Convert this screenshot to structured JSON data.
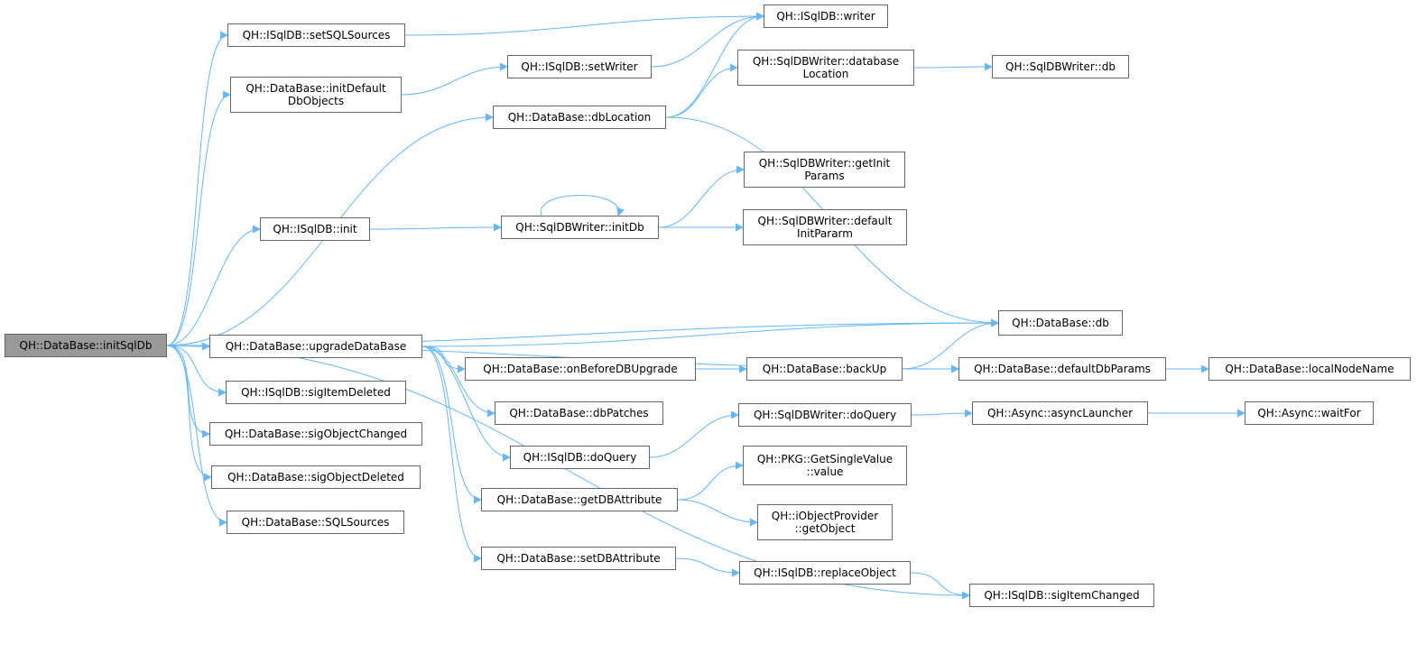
{
  "colors": {
    "edge": "#63b8ff",
    "node_border": "#666666",
    "root_fill": "#999999",
    "node_fill": "#ffffff"
  },
  "nodes": {
    "initSqlDb": {
      "lines": [
        "QH::DataBase::initSqlDb"
      ],
      "root": true
    },
    "setSQLSources": {
      "lines": [
        "QH::ISqlDB::setSQLSources"
      ]
    },
    "writer": {
      "lines": [
        "QH::ISqlDB::writer"
      ]
    },
    "initDefaultDbObjects": {
      "lines": [
        "QH::DataBase::initDefault",
        "DbObjects"
      ]
    },
    "setWriter": {
      "lines": [
        "QH::ISqlDB::setWriter"
      ]
    },
    "databaseLocation": {
      "lines": [
        "QH::SqlDBWriter::database",
        "Location"
      ]
    },
    "writerDb": {
      "lines": [
        "QH::SqlDBWriter::db"
      ]
    },
    "dbLocation": {
      "lines": [
        "QH::DataBase::dbLocation"
      ]
    },
    "getInitParams": {
      "lines": [
        "QH::SqlDBWriter::getInit",
        "Params"
      ]
    },
    "isqlInit": {
      "lines": [
        "QH::ISqlDB::init"
      ]
    },
    "initDb": {
      "lines": [
        "QH::SqlDBWriter::initDb"
      ]
    },
    "defaultInitPararm": {
      "lines": [
        "QH::SqlDBWriter::default",
        "InitPararm"
      ]
    },
    "dataBaseDb": {
      "lines": [
        "QH::DataBase::db"
      ]
    },
    "upgradeDataBase": {
      "lines": [
        "QH::DataBase::upgradeDataBase"
      ]
    },
    "onBeforeDBUpgrade": {
      "lines": [
        "QH::DataBase::onBeforeDBUpgrade"
      ]
    },
    "backUp": {
      "lines": [
        "QH::DataBase::backUp"
      ]
    },
    "defaultDbParams": {
      "lines": [
        "QH::DataBase::defaultDbParams"
      ]
    },
    "localNodeName": {
      "lines": [
        "QH::DataBase::localNodeName"
      ]
    },
    "sigItemDeleted": {
      "lines": [
        "QH::ISqlDB::sigItemDeleted"
      ]
    },
    "dbPatches": {
      "lines": [
        "QH::DataBase::dbPatches"
      ]
    },
    "writerDoQuery": {
      "lines": [
        "QH::SqlDBWriter::doQuery"
      ]
    },
    "asyncLauncher": {
      "lines": [
        "QH::Async::asyncLauncher"
      ]
    },
    "waitFor": {
      "lines": [
        "QH::Async::waitFor"
      ]
    },
    "sigObjectChanged": {
      "lines": [
        "QH::DataBase::sigObjectChanged"
      ]
    },
    "isqlDoQuery": {
      "lines": [
        "QH::ISqlDB::doQuery"
      ]
    },
    "getSingleValue": {
      "lines": [
        "QH::PKG::GetSingleValue",
        "::value"
      ]
    },
    "sigObjectDeleted": {
      "lines": [
        "QH::DataBase::sigObjectDeleted"
      ]
    },
    "getDBAttribute": {
      "lines": [
        "QH::DataBase::getDBAttribute"
      ]
    },
    "getObject": {
      "lines": [
        "QH::iObjectProvider",
        "::getObject"
      ]
    },
    "sqlSources": {
      "lines": [
        "QH::DataBase::SQLSources"
      ]
    },
    "setDBAttribute": {
      "lines": [
        "QH::DataBase::setDBAttribute"
      ]
    },
    "replaceObject": {
      "lines": [
        "QH::ISqlDB::replaceObject"
      ]
    },
    "sigItemChanged": {
      "lines": [
        "QH::ISqlDB::sigItemChanged"
      ]
    }
  },
  "edges": [
    [
      "initSqlDb",
      "setSQLSources"
    ],
    [
      "initSqlDb",
      "initDefaultDbObjects"
    ],
    [
      "initSqlDb",
      "dbLocation"
    ],
    [
      "initSqlDb",
      "isqlInit"
    ],
    [
      "initSqlDb",
      "dataBaseDb"
    ],
    [
      "initSqlDb",
      "upgradeDataBase"
    ],
    [
      "initSqlDb",
      "defaultDbParams"
    ],
    [
      "initSqlDb",
      "sigItemDeleted"
    ],
    [
      "initSqlDb",
      "sigObjectChanged"
    ],
    [
      "initSqlDb",
      "sigObjectDeleted"
    ],
    [
      "initSqlDb",
      "sqlSources"
    ],
    [
      "initSqlDb",
      "sigItemChanged"
    ],
    [
      "setSQLSources",
      "writer"
    ],
    [
      "initDefaultDbObjects",
      "setWriter"
    ],
    [
      "setWriter",
      "writer"
    ],
    [
      "dbLocation",
      "writer"
    ],
    [
      "dbLocation",
      "databaseLocation"
    ],
    [
      "dbLocation",
      "dataBaseDb"
    ],
    [
      "databaseLocation",
      "writerDb"
    ],
    [
      "isqlInit",
      "initDb"
    ],
    [
      "initDb",
      "initDb"
    ],
    [
      "initDb",
      "getInitParams"
    ],
    [
      "initDb",
      "defaultInitPararm"
    ],
    [
      "upgradeDataBase",
      "dataBaseDb"
    ],
    [
      "upgradeDataBase",
      "onBeforeDBUpgrade"
    ],
    [
      "upgradeDataBase",
      "dbPatches"
    ],
    [
      "upgradeDataBase",
      "isqlDoQuery"
    ],
    [
      "upgradeDataBase",
      "getDBAttribute"
    ],
    [
      "upgradeDataBase",
      "setDBAttribute"
    ],
    [
      "onBeforeDBUpgrade",
      "backUp"
    ],
    [
      "backUp",
      "dataBaseDb"
    ],
    [
      "backUp",
      "defaultDbParams"
    ],
    [
      "defaultDbParams",
      "localNodeName"
    ],
    [
      "isqlDoQuery",
      "writerDoQuery"
    ],
    [
      "writerDoQuery",
      "asyncLauncher"
    ],
    [
      "asyncLauncher",
      "waitFor"
    ],
    [
      "getDBAttribute",
      "getSingleValue"
    ],
    [
      "getDBAttribute",
      "getObject"
    ],
    [
      "setDBAttribute",
      "replaceObject"
    ],
    [
      "replaceObject",
      "sigItemChanged"
    ]
  ]
}
